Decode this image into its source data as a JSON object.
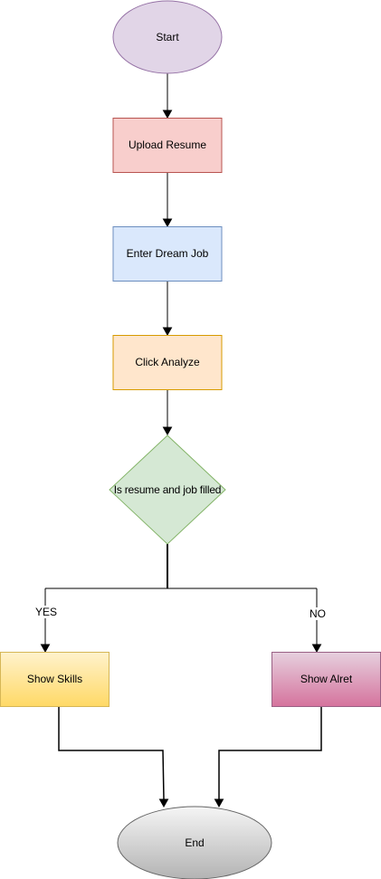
{
  "nodes": {
    "start": {
      "label": "Start",
      "fill": "#e1d5e7",
      "stroke": "#9673a6"
    },
    "upload": {
      "label": "Upload Resume",
      "fill": "#f8cecc",
      "stroke": "#b85450"
    },
    "enter": {
      "label": "Enter Dream Job",
      "fill": "#dae8fc",
      "stroke": "#6c8ebf"
    },
    "click": {
      "label": "Click Analyze",
      "fill": "#ffe6cc",
      "stroke": "#d79b00"
    },
    "decision": {
      "label": "Is resume and job filled",
      "fill": "#d5e8d4",
      "stroke": "#82b366"
    },
    "skills": {
      "label": "Show Skills",
      "fill_top": "#fff2cc",
      "fill_bottom": "#ffd966",
      "stroke": "#d6b656"
    },
    "alert": {
      "label": "Show Alret",
      "fill_top": "#e6d0de",
      "fill_bottom": "#d5739d",
      "stroke": "#996185"
    },
    "end": {
      "label": "End",
      "fill_top": "#f5f5f5",
      "fill_bottom": "#b3b3b3",
      "stroke": "#666666"
    }
  },
  "edges": {
    "yes": "YES",
    "no": "NO"
  }
}
